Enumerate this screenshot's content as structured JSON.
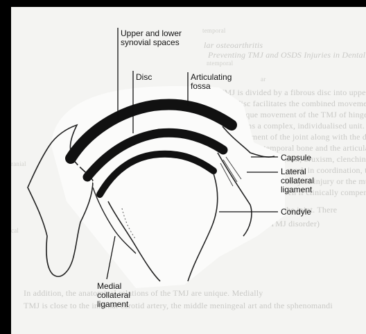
{
  "diagram": {
    "labels": {
      "synovial": [
        "Upper and lower",
        "synovial spaces"
      ],
      "disc": "Disc",
      "fossa": [
        "Articulating",
        "fossa"
      ],
      "capsule": "Capsule",
      "lateral": [
        "Lateral",
        "collateral",
        "ligament"
      ],
      "condyle": "Condyle",
      "medial": [
        "Medial",
        "collateral",
        "ligament"
      ]
    }
  },
  "background_text": {
    "header_lines": [
      "lar osteoarthritis",
      "Preventing TMJ and OSDS Injuries in Dental Pract"
    ],
    "small_notes": [
      "temporal",
      "ntemporal",
      "ar",
      "ranial",
      "cal"
    ],
    "body_lines": [
      "TMJ is divided by a fibrous disc into upper and lower compartm",
      "This disc facilitates the combined movement of rotation and translati",
      "The unique movement of the TMJ of hinge-glide (translation) and ..",
      "disc forms a complex, individualised unit. The movement of the",
      "the movement of the joint along with the disc and condyle form",
      "the condyle, temporal bone and the articular body to complicate a r",
      "bites, stress of the joint, bruxism, clenching or grinding behaviours",
      "right and left TMJs work in coordination, the condyle and disc are co",
      "dental areas of the body of injury or the muscles which exceed their dis",
      "and treating both even if clinically compensating.",
      "The maximum opening of the TMJ is determined by the joint. There",
      "any adverse change in the body function (such a TMJ disorder)",
      "In addition, the anatomical relations of the TMJ are unique. Medially",
      "TMJ is close to the internal carotid artery, the middle meningeal art and the sphenomandi"
    ]
  }
}
